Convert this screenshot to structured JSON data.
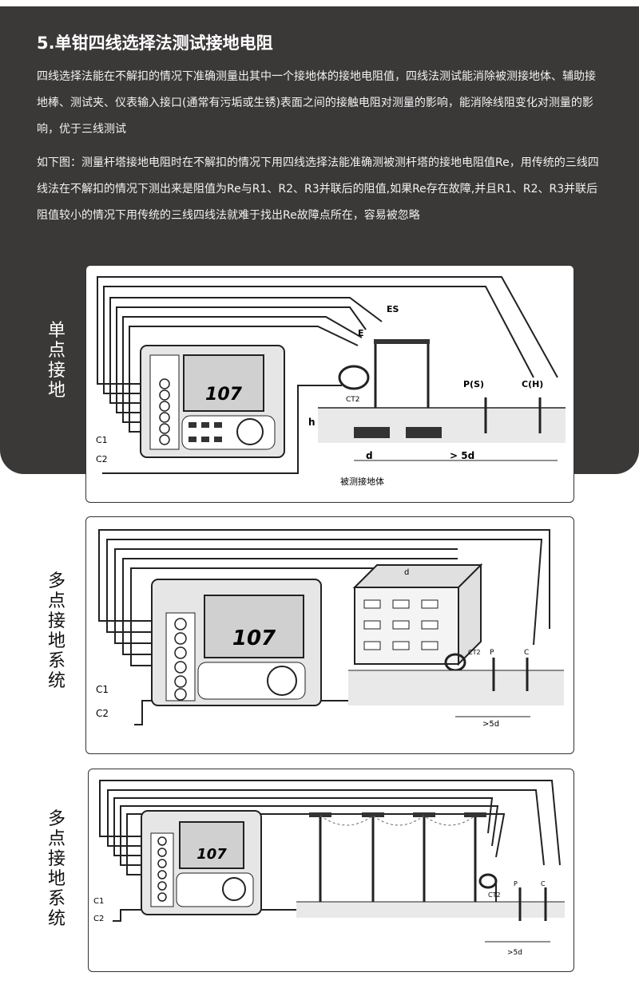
{
  "header": {
    "title": "5.单钳四线选择法测试接地电阻",
    "para1": "四线选择法能在不解扣的情况下准确测量出其中一个接地体的接地电阻值，四线法测试能消除被测接地体、辅助接地棒、测试夹、仪表输入接口(通常有污垢或生锈)表面之间的接触电阻对测量的影响，能消除线阻变化对测量的影响，优于三线测试",
    "para2": "如下图：测量杆塔接地电阻时在不解扣的情况下用四线选择法能准确测被测杆塔的接地电阻值Re，用传统的三线四线法在不解扣的情况下测出来是阻值为Re与R1、R2、R3并联后的阻值,如果Re存在故障,并且R1、R2、R3并联后阻值较小的情况下用传统的三线四线法就难于找出Re故障点所在，容易被忽略"
  },
  "diagrams": [
    {
      "side_label": "单点接地",
      "display": "107",
      "labels": {
        "es": "ES",
        "e": "E",
        "ct": "CT2",
        "p": "P(S)",
        "c": "C(H)",
        "h": "h",
        "d": "d",
        "dist": "> 5d",
        "ground": "被测接地体",
        "c1": "C1",
        "c2": "C2"
      }
    },
    {
      "side_label": "多点接地系统",
      "display": "107",
      "labels": {
        "dim": "d",
        "ct": "CT2",
        "p": "P",
        "c": "C",
        "dist": ">5d",
        "c1": "C1",
        "c2": "C2"
      }
    },
    {
      "side_label": "多点接地系统",
      "display": "107",
      "labels": {
        "ct": "CT2",
        "p": "P",
        "c": "C",
        "dist": ">5d",
        "c1": "C1",
        "c2": "C2"
      }
    }
  ]
}
